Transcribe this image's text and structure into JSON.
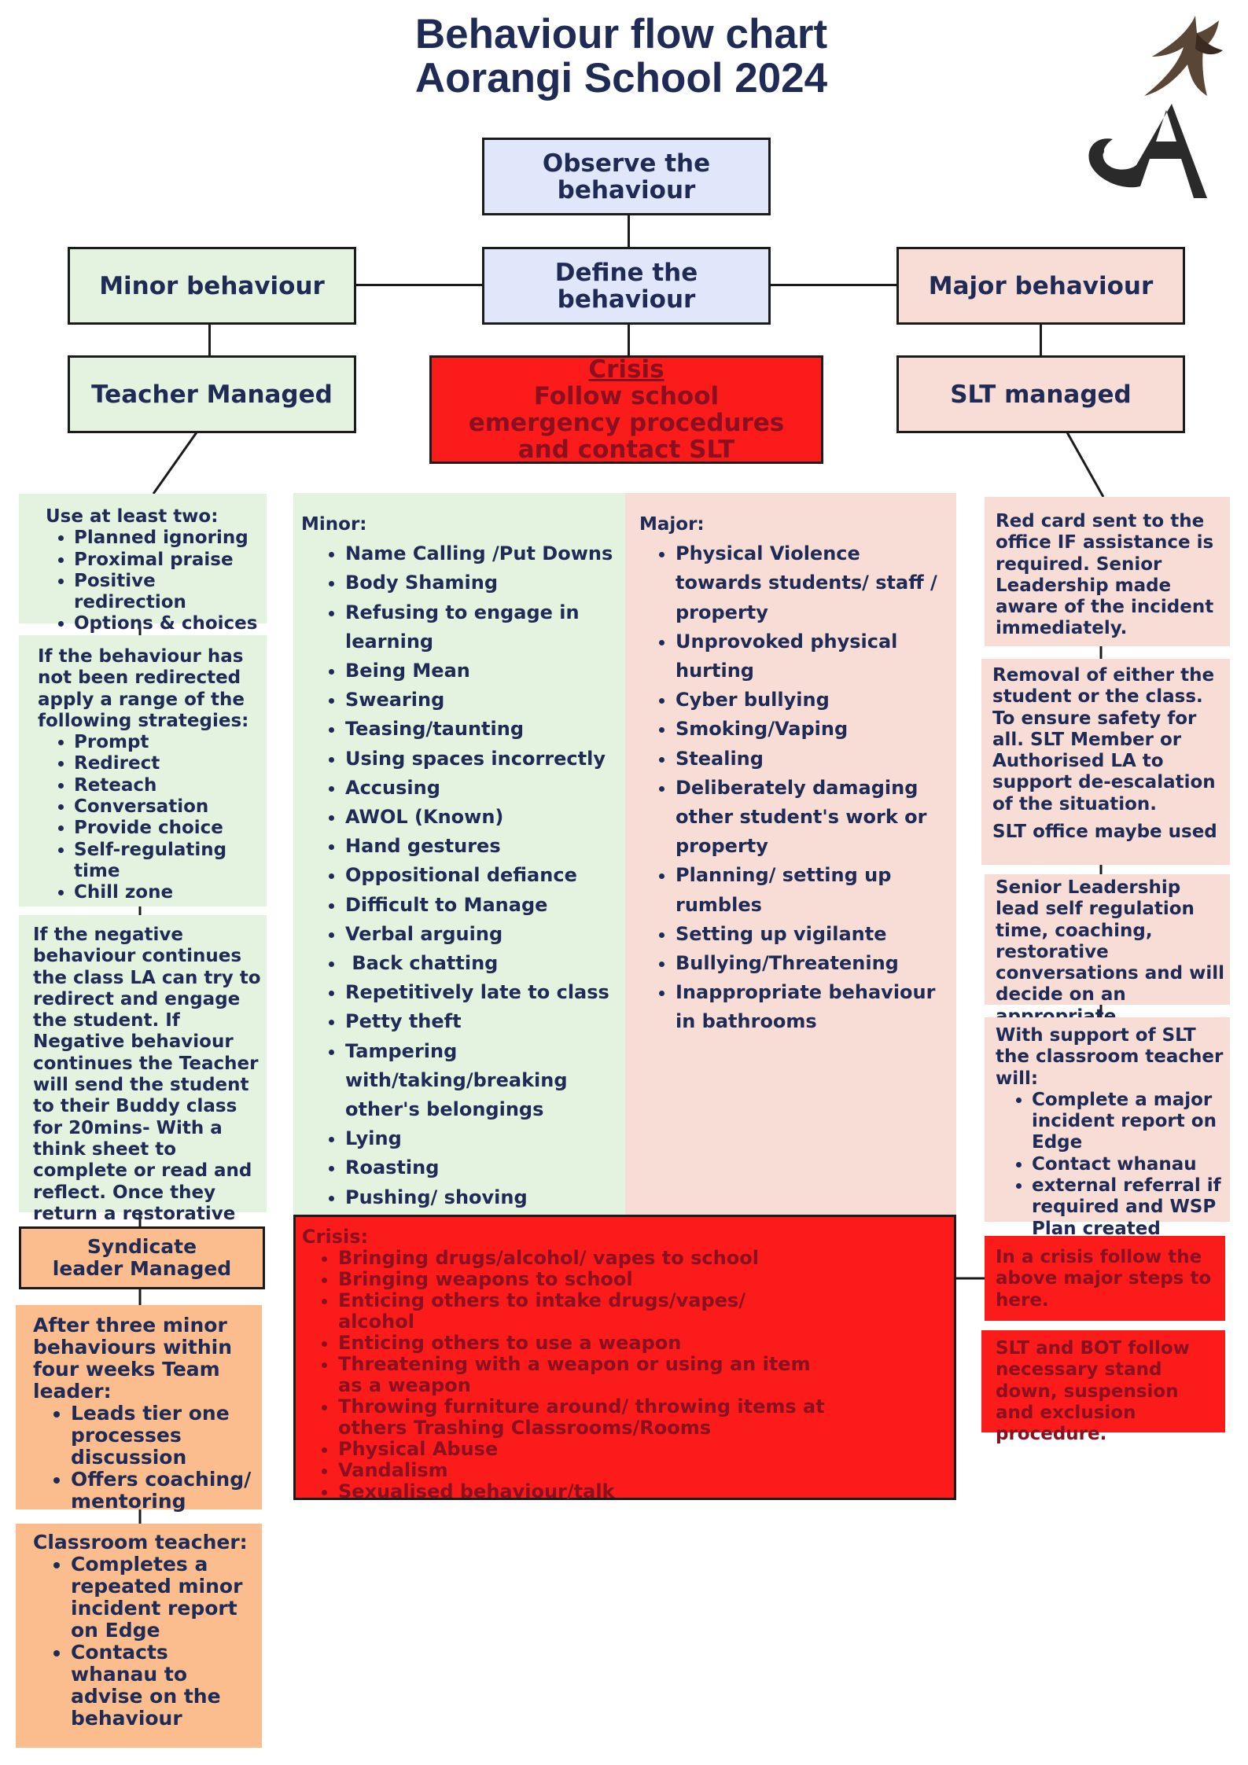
{
  "title": {
    "line1": "Behaviour flow chart",
    "line2": "Aorangi School 2024"
  },
  "nodes": {
    "observe": "Observe the behaviour",
    "define": "Define the behaviour",
    "minor": "Minor behaviour",
    "major": "Major behaviour",
    "teacher": "Teacher Managed",
    "crisis_title": "Crisis",
    "crisis_body": "Follow school emergency procedures and contact SLT",
    "slt": "SLT managed",
    "syndicate": "Syndicate leader Managed"
  },
  "left": {
    "box1": {
      "intro": "Use at least two:",
      "items": [
        "Planned ignoring",
        "Proximal praise",
        "Positive redirection",
        "Options & choices"
      ]
    },
    "box2": {
      "intro": "If the behaviour has not been redirected apply a range of the following strategies:",
      "items": [
        "Prompt",
        "Redirect",
        "Reteach",
        "Conversation",
        "Provide choice",
        "Self-regulating time",
        "Chill zone"
      ]
    },
    "box3": "If the negative behaviour continues the class LA can try to redirect and engage the student. If Negative behaviour continues the Teacher will send the student to their Buddy class for 20mins- With a think sheet to complete or read and reflect.  Once they return a restorative conversation takes place.",
    "box4": {
      "intro": "After three minor behaviours within four weeks Team leader:",
      "items": [
        "Leads tier one processes discussion",
        "Offers coaching/ mentoring"
      ]
    },
    "box5": {
      "intro": "Classroom teacher:",
      "items": [
        "Completes a repeated minor incident report on Edge",
        "Contacts whanau to advise on the behaviour"
      ]
    }
  },
  "minor_list": {
    "heading": "Minor:",
    "items": [
      "Name Calling /Put Downs",
      "Body Shaming",
      "Refusing to engage in learning",
      "Being Mean",
      "Swearing",
      "Teasing/taunting",
      "Using spaces incorrectly",
      "Accusing",
      "AWOL (Known)",
      "Hand gestures",
      "Oppositional defiance",
      "Difficult to Manage",
      "Verbal arguing",
      " Back chatting",
      "Repetitively late to class",
      "Petty theft",
      "Tampering with/taking/breaking other's belongings",
      "Lying",
      "Roasting",
      "Pushing/ shoving"
    ]
  },
  "major_list": {
    "heading": "Major:",
    "items": [
      "Physical Violence towards students/ staff / property",
      "Unprovoked physical hurting",
      "Cyber bullying",
      "Smoking/Vaping",
      "Stealing",
      "Deliberately damaging other student's work or property",
      "Planning/ setting up rumbles",
      "Setting up vigilante",
      "Bullying/Threatening",
      "Inappropriate behaviour in bathrooms"
    ]
  },
  "crisis_list": {
    "heading": "Crisis:",
    "items": [
      "Bringing drugs/alcohol/ vapes to school",
      "Bringing weapons to school",
      "Enticing others to intake drugs/vapes/ alcohol",
      "Enticing others to use a weapon",
      "Threatening with a weapon or using an item as a weapon",
      "Throwing furniture around/ throwing items at others Trashing Classrooms/Rooms",
      "Physical Abuse",
      "Vandalism",
      "Sexualised behaviour/talk"
    ]
  },
  "right": {
    "box1": "Red card sent to the office IF assistance is required.  Senior Leadership made aware of the incident immediately.",
    "box2": "Removal of either the student or the class.  To ensure safety for all. SLT Member or Authorised LA to support de-escalation of the situation.",
    "box2_tail": "SLT office maybe used",
    "box3": "Senior Leadership lead self regulation time, coaching, restorative conversations and will decide on an appropriate consequence.",
    "box4": {
      "intro": "With support of SLT the classroom teacher will:",
      "items": [
        "Complete a major incident report on Edge",
        "Contact whanau",
        "external referral if required and WSP Plan created"
      ]
    },
    "box5": "In a crisis follow the above major steps to here.",
    "box6": "SLT and BOT follow necessary stand down, suspension and exclusion procedure."
  },
  "colors": {
    "title": "#1f2a55",
    "blue": "#e1e7fb",
    "green": "#e4f2e0",
    "pink": "#f8ddd6",
    "red": "#fb1b1b",
    "orange": "#fbbc8e",
    "crisis_text": "#8a1020"
  }
}
